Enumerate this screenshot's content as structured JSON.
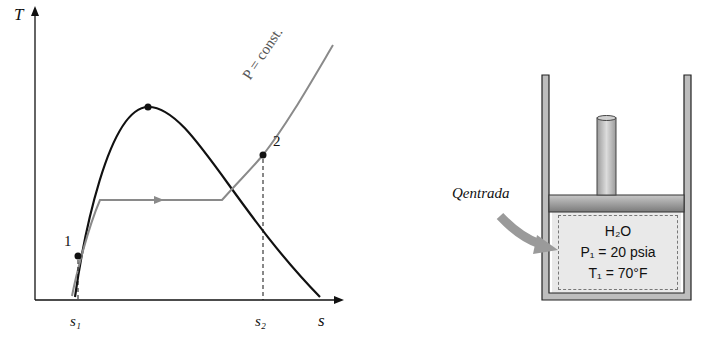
{
  "diagram": {
    "nodes": [
      {
        "text": [
          "H₂O",
          "P₁ = 20 psia",
          "T₁ = 70°F"
        ]
      }
    ],
    "labels": [
      "T",
      "s",
      "s₁",
      "s₂",
      "1",
      "2",
      "P = const.",
      "Qentrada"
    ]
  }
}
